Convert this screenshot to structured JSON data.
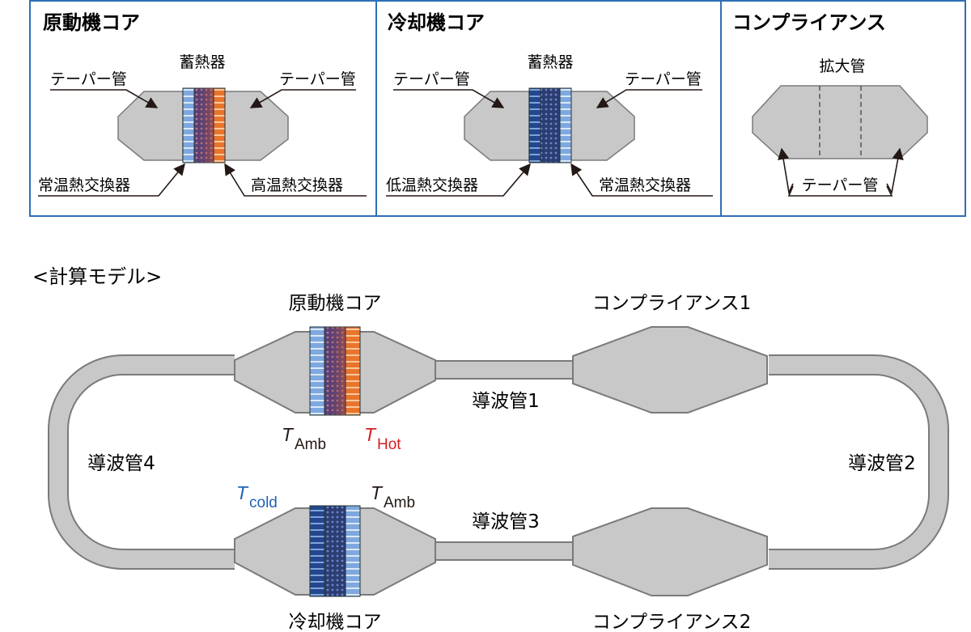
{
  "panels": [
    {
      "title": "原動機コア",
      "regenerator": "蓄熱器",
      "taper_left": "テーパー管",
      "taper_right": "テーパー管",
      "hx_left": "常温熱交換器",
      "hx_right": "高温熱交換器"
    },
    {
      "title": "冷却機コア",
      "regenerator": "蓄熱器",
      "taper_left": "テーパー管",
      "taper_right": "テーパー管",
      "hx_left": "低温熱交換器",
      "hx_right": "常温熱交換器"
    },
    {
      "title": "コンプライアンス",
      "expansion": "拡大管",
      "taper": "テーパー管"
    }
  ],
  "model": {
    "heading": "<計算モデル>",
    "engine_core": "原動機コア",
    "cooler_core": "冷却機コア",
    "compliance1": "コンプライアンス1",
    "compliance2": "コンプライアンス2",
    "waveguide1": "導波管1",
    "waveguide2": "導波管2",
    "waveguide3": "導波管3",
    "waveguide4": "導波管4",
    "t_symbol": "T",
    "sub_amb": "Amb",
    "sub_hot": "Hot",
    "sub_cold": "cold"
  },
  "colors": {
    "panel_border": "#2e6fb5",
    "tube_fill": "#c8c8c8",
    "tube_edge": "#7a7a7a",
    "hot": "#d22020",
    "cold": "#1f63b8",
    "text": "#231815"
  }
}
